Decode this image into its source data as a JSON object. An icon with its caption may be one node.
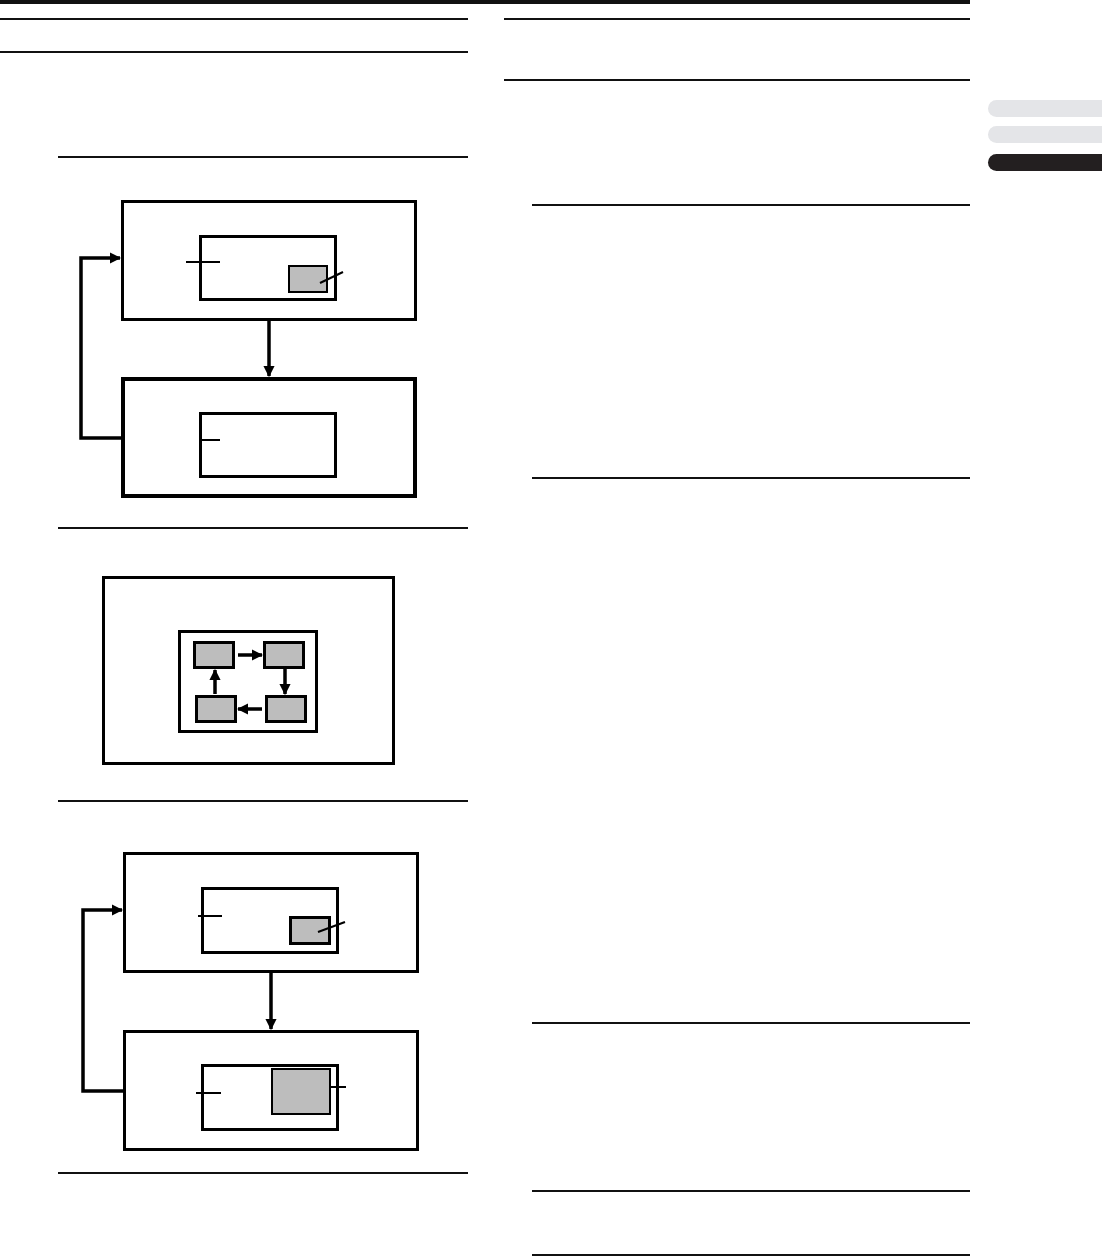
{
  "diagram": {
    "nodes": [
      {
        "text": [],
        "shape": "box"
      },
      {
        "text": [],
        "shape": "box",
        "in": 0
      },
      {
        "text": [],
        "shape": "box",
        "in": 1
      },
      {
        "text": [],
        "shape": "box"
      },
      {
        "text": [],
        "shape": "box",
        "in": 3
      },
      {
        "text": [],
        "shape": "box"
      },
      {
        "text": [],
        "shape": "box",
        "in": 5
      },
      {
        "text": [],
        "shape": "box",
        "in": 6
      },
      {
        "text": [],
        "shape": "box",
        "in": 6
      },
      {
        "text": [],
        "shape": "box",
        "in": 6
      },
      {
        "text": [],
        "shape": "box",
        "in": 6
      },
      {
        "text": [],
        "shape": "box"
      },
      {
        "text": [],
        "shape": "box",
        "in": 11
      },
      {
        "text": [],
        "shape": "box",
        "in": 12
      },
      {
        "text": [],
        "shape": "box"
      },
      {
        "text": [],
        "shape": "box",
        "in": 14
      },
      {
        "text": [],
        "shape": "box",
        "in": 15
      },
      {
        "text": [],
        "shape": "bar"
      },
      {
        "text": [],
        "shape": "bar"
      },
      {
        "text": [],
        "shape": "bar"
      }
    ],
    "edges": [
      {
        "from": 0,
        "to": 3,
        "arrow": "to"
      },
      {
        "from": 3,
        "to": 0,
        "arrow": "to"
      },
      {
        "from": 7,
        "to": 8,
        "arrow": "to"
      },
      {
        "from": 8,
        "to": 10,
        "arrow": "to"
      },
      {
        "from": 10,
        "to": 9,
        "arrow": "to"
      },
      {
        "from": 9,
        "to": 7,
        "arrow": "to"
      },
      {
        "from": 11,
        "to": 14,
        "arrow": "to"
      },
      {
        "from": 14,
        "to": 11,
        "arrow": "to"
      },
      {
        "from": 1,
        "to": null,
        "arrow": "none"
      },
      {
        "from": 2,
        "to": null,
        "arrow": "none"
      },
      {
        "from": 4,
        "to": null,
        "arrow": "none"
      },
      {
        "from": 12,
        "to": null,
        "arrow": "none"
      },
      {
        "from": 13,
        "to": null,
        "arrow": "none"
      },
      {
        "from": 15,
        "to": null,
        "arrow": "none"
      },
      {
        "from": 16,
        "to": null,
        "arrow": "none"
      }
    ]
  }
}
